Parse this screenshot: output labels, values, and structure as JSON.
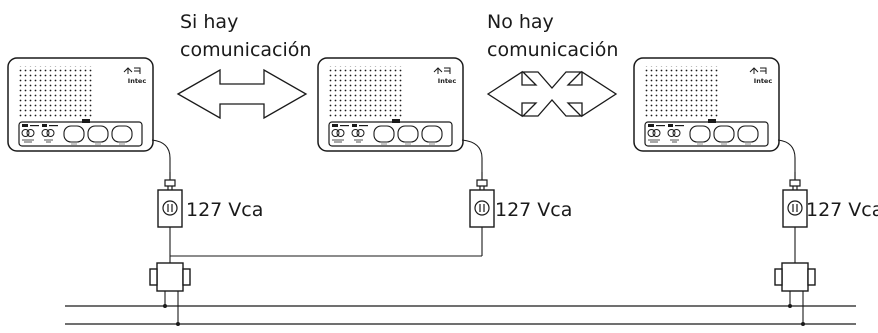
{
  "labels": {
    "connected_line1": "Si hay",
    "connected_line2": "comunicación",
    "disconnected_line1": "No hay",
    "disconnected_line2": "comunicación",
    "voltage_1": "127 Vca",
    "voltage_2": "127 Vca",
    "voltage_3": "127 Vca"
  },
  "unit": {
    "brand": "Intec"
  },
  "colors": {
    "stroke": "#1a1a1a",
    "background": "#ffffff"
  }
}
